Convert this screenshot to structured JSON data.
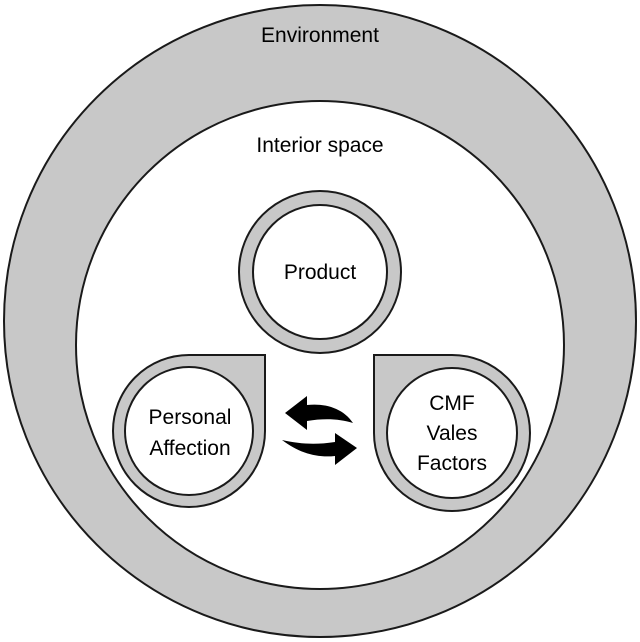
{
  "diagram": {
    "outer_ring_label": "Environment",
    "inner_area_label": "Interior space",
    "top_node_label": "Product",
    "left_node": {
      "line1": "Personal",
      "line2": "Affection"
    },
    "right_node": {
      "line1": "CMF",
      "line2": "Vales",
      "line3": "Factors"
    }
  },
  "colors": {
    "ring_fill": "#c8c8c8",
    "inner_fill": "#ffffff",
    "stroke": "#1a1a1a",
    "arrow_fill": "#000000"
  }
}
